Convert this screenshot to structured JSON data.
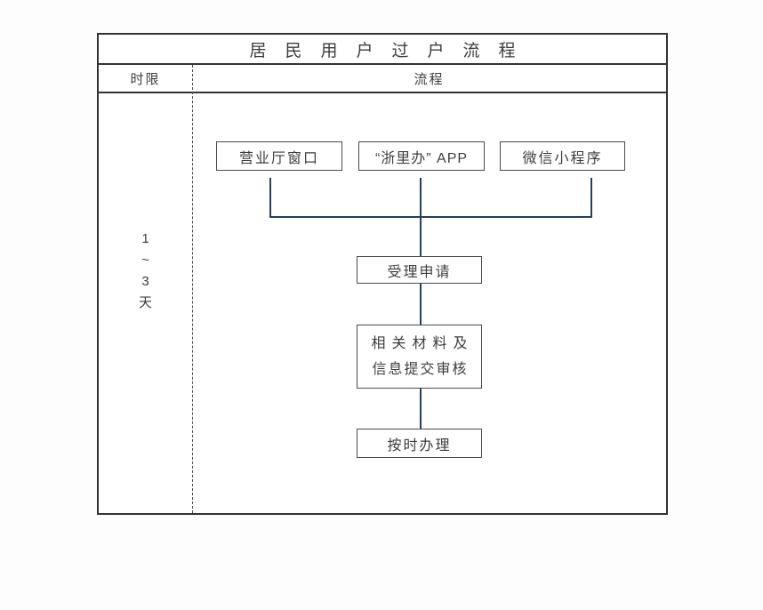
{
  "title": "居民用户过户流程",
  "table": {
    "col_time_limit": "时限",
    "col_process": "流程"
  },
  "time_limit": {
    "line1": "1",
    "line2": "~",
    "line3": "3",
    "line4": "天"
  },
  "flow": {
    "channels": [
      {
        "label": "营业厅窗口"
      },
      {
        "label": "“浙里办” APP"
      },
      {
        "label": "微信小程序"
      }
    ],
    "steps": {
      "accept": "受理申请",
      "review_line1": "相关材料及",
      "review_line2": "信息提交审核",
      "handle": "按时办理"
    }
  },
  "colors": {
    "frame_border": "#333333",
    "box_border": "#4a4a4a",
    "connector": "#24405e",
    "text": "#3d3d3d"
  }
}
